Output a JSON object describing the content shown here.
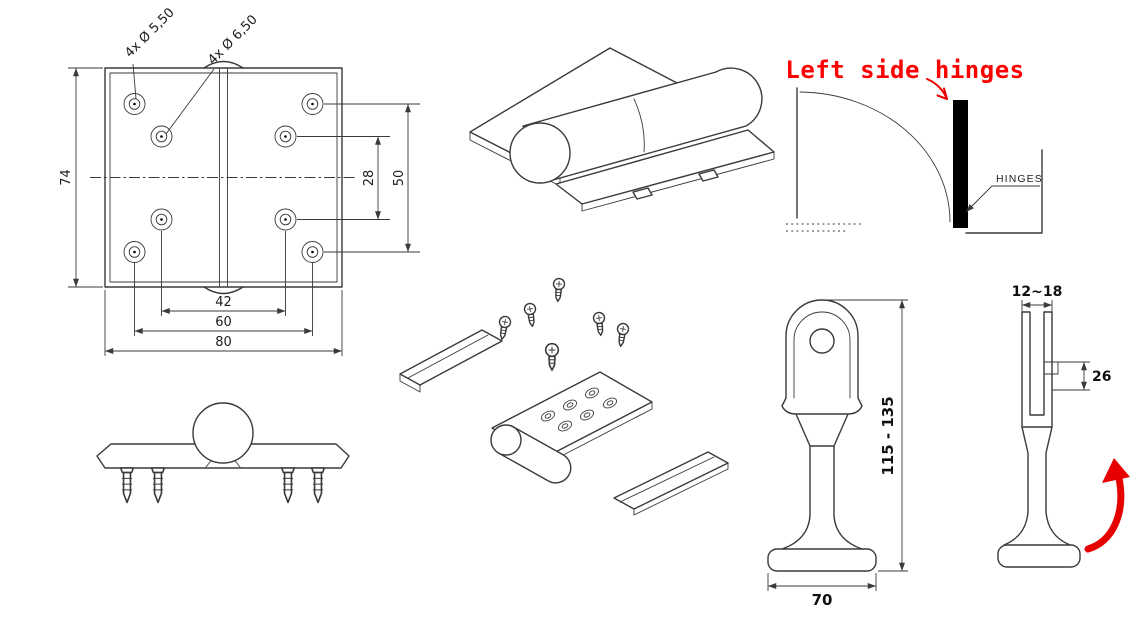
{
  "drawing": {
    "front_view": {
      "callout_small": "4x Ø 5,50",
      "callout_large": "4x Ø 6,50",
      "dim_height": "74",
      "dim_v_inner": "28",
      "dim_v_outer": "50",
      "dim_h_inner": "42",
      "dim_h_outer": "60",
      "dim_h_total": "80"
    },
    "door": {
      "title": "Left side hinges",
      "hinges": "HINGES"
    },
    "pivot_front": {
      "height": "115 - 135",
      "base": "70"
    },
    "pivot_side": {
      "top": "12~18",
      "side": "26"
    }
  },
  "colors": {
    "line": "#3a3a3a",
    "accent_red": "#ff0000",
    "door_bar": "#000000"
  }
}
